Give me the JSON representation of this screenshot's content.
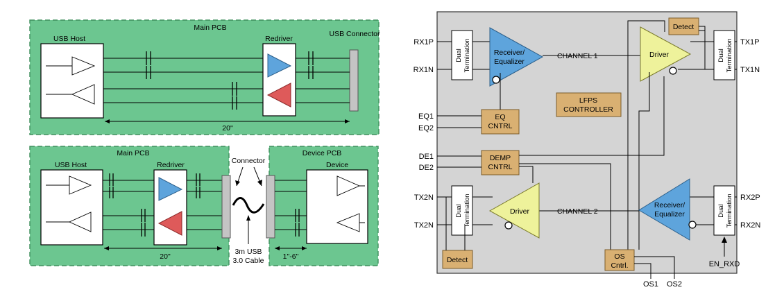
{
  "left_top": {
    "board": "Main PCB",
    "host": "USB Host",
    "redriver": "Redriver",
    "connector": "USB Connector",
    "length": "20\""
  },
  "left_bottom": {
    "main_board": "Main PCB",
    "device_board": "Device PCB",
    "host": "USB Host",
    "redriver": "Redriver",
    "device": "Device",
    "connector": "Connector",
    "length_main": "20\"",
    "cable": "3m USB",
    "cable2": "3.0 Cable",
    "length_device": "1\"-6\""
  },
  "block": {
    "pins_left": {
      "rx1p": "RX1P",
      "rx1n": "RX1N",
      "eq1": "EQ1",
      "eq2": "EQ2",
      "de1": "DE1",
      "de2": "DE2",
      "tx2n_a": "TX2N",
      "tx2n_b": "TX2N"
    },
    "pins_right": {
      "tx1p": "TX1P",
      "tx1n": "TX1N",
      "rx2p": "RX2P",
      "rx2n": "RX2N"
    },
    "pins_bottom": {
      "en_rxd": "EN_RXD",
      "os1": "OS1",
      "os2": "OS2"
    },
    "dual": "Dual",
    "termination": "Termination",
    "receiver": "Receiver/",
    "equalizer": "Equalizer",
    "driver": "Driver",
    "channel1": "CHANNEL 1",
    "channel2": "CHANNEL 2",
    "lfps1": "LFPS",
    "lfps2": "CONTROLLER",
    "eq1": "EQ",
    "eq2": "CNTRL",
    "demp1": "DEMP",
    "demp2": "CNTRL",
    "detect": "Detect",
    "os1": "OS",
    "os2": "Cntrl."
  }
}
